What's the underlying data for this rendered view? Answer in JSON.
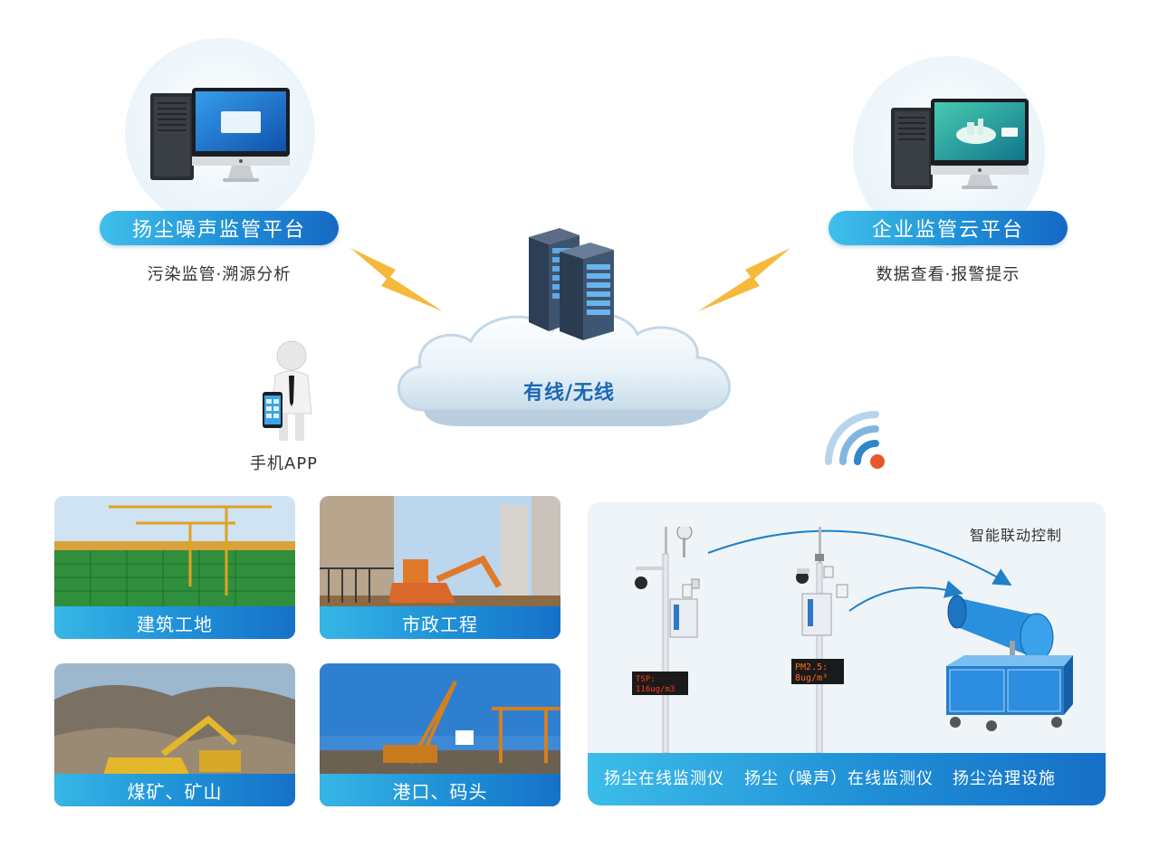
{
  "platforms": {
    "left": {
      "title": "扬尘噪声监管平台",
      "subtitle": "污染监管·溯源分析"
    },
    "right": {
      "title": "企业监管云平台",
      "subtitle": "数据查看·报警提示"
    }
  },
  "network": {
    "label": "有线/无线"
  },
  "mobile": {
    "label": "手机APP"
  },
  "scenes": [
    {
      "label": "建筑工地"
    },
    {
      "label": "市政工程"
    },
    {
      "label": "煤矿、矿山"
    },
    {
      "label": "港口、码头"
    }
  ],
  "devices": {
    "control_label": "智能联动控制",
    "items": [
      {
        "label": "扬尘在线监测仪",
        "display": [
          "TSP:",
          "116ug/m3"
        ]
      },
      {
        "label": "扬尘（噪声）在线监测仪",
        "display": [
          "PM2.5:",
          "8ug/m³"
        ]
      },
      {
        "label": "扬尘治理设施"
      }
    ]
  },
  "colors": {
    "accent_blue": "#1f8fd6",
    "lightning": "#f6b93b",
    "wifi_blue": "#2f86c9",
    "wifi_dot": "#e8572a"
  }
}
